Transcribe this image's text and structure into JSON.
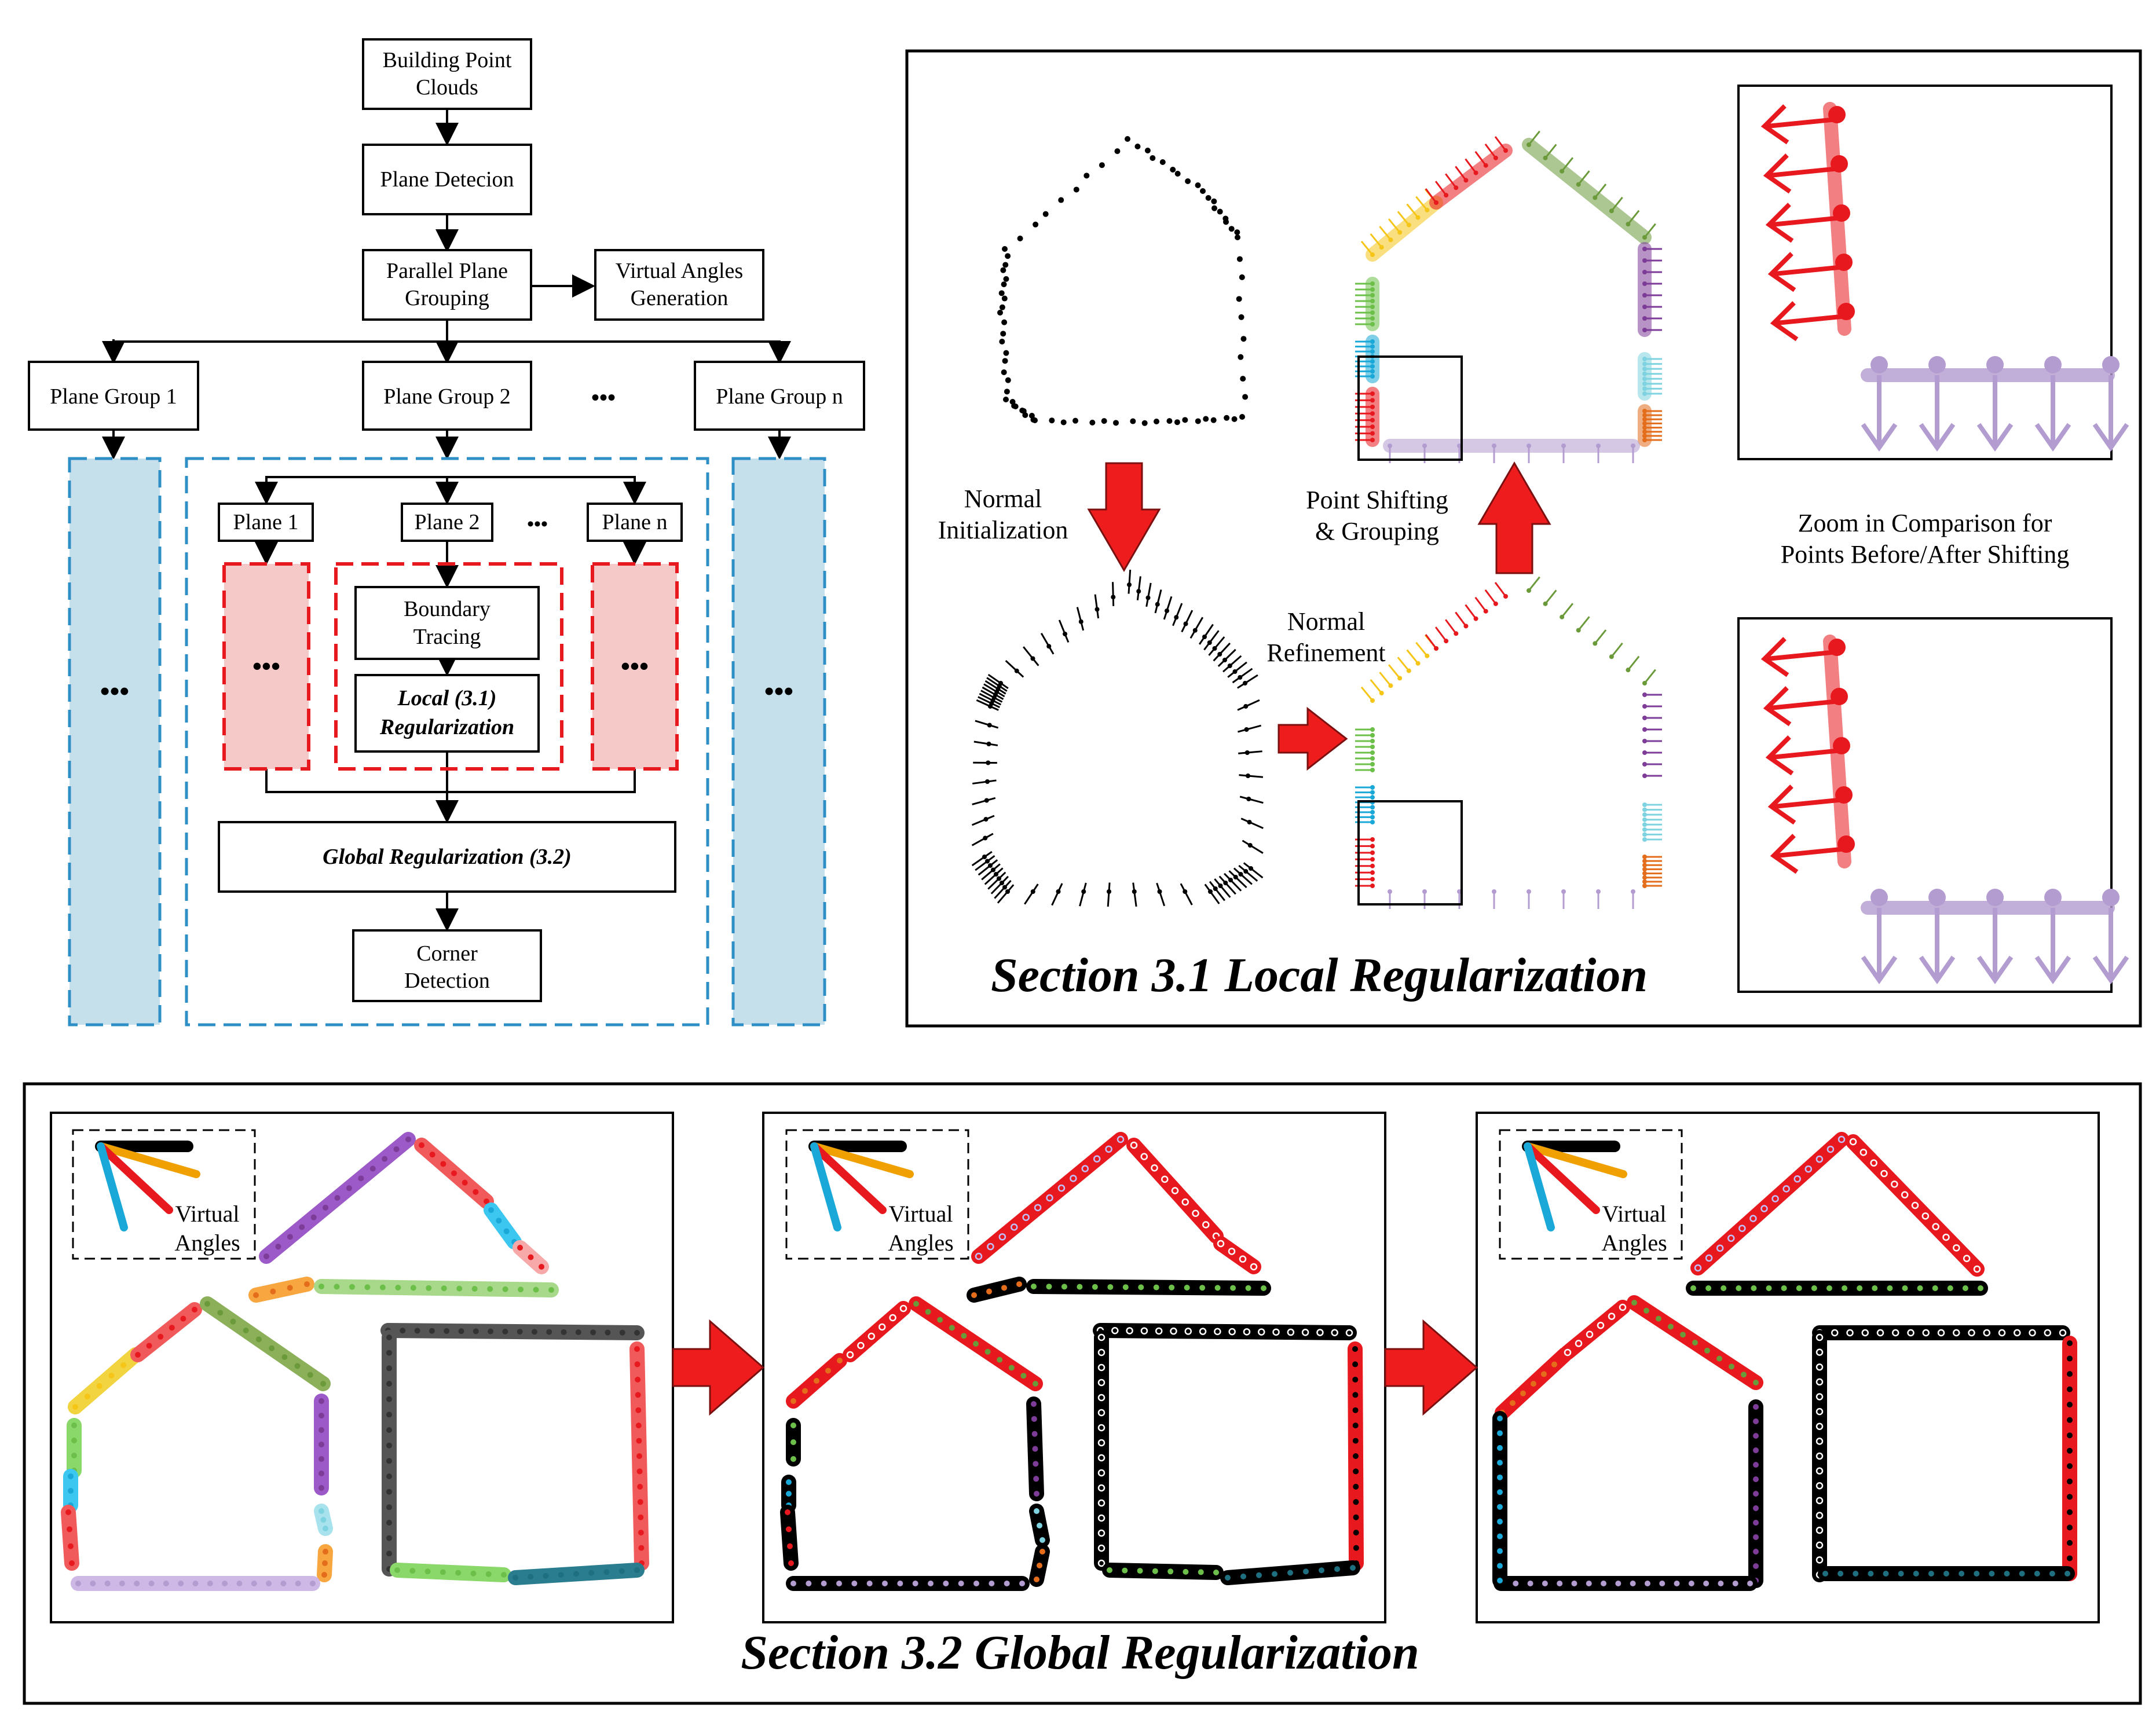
{
  "flowchart": {
    "building_point_clouds": [
      "Building Point",
      "Clouds"
    ],
    "plane_detection": "Plane Detecion",
    "parallel_plane_grouping": [
      "Parallel Plane",
      "Grouping"
    ],
    "virtual_angles_generation": [
      "Virtual Angles",
      "Generation"
    ],
    "plane_group_1": "Plane Group 1",
    "plane_group_2": "Plane Group 2",
    "plane_group_n": "Plane Group n",
    "ellipsis": "•••",
    "plane_1": "Plane 1",
    "plane_2": "Plane 2",
    "plane_n": "Plane n",
    "inner_ellipsis": "•••",
    "boundary_tracing": [
      "Boundary",
      "Tracing"
    ],
    "local_regularization": [
      "Local (3.1)",
      "Regularization"
    ],
    "global_regularization": "Global Regularization (3.2)",
    "corner_detection": [
      "Corner",
      "Detection"
    ],
    "side_ellipsis": "•••"
  },
  "local_panel": {
    "normal_initialization": [
      "Normal",
      "Initialization"
    ],
    "normal_refinement": [
      "Normal",
      "Refinement"
    ],
    "point_shifting": [
      "Point Shifting",
      "& Grouping"
    ],
    "zoom_caption": [
      "Zoom in Comparison for",
      "Points Before/After Shifting"
    ],
    "title": "Section 3.1 Local Regularization"
  },
  "global_panel": {
    "virtual_angles": [
      "Virtual",
      "Angles"
    ],
    "title": "Section 3.2 Global Regularization"
  },
  "colors": {
    "red": "#e8191e",
    "orange": "#e36d1b",
    "yellow": "#f5c518",
    "green": "#6cc04a",
    "cyan": "#19a8d8",
    "purple": "#7d3c98",
    "lilac": "#b39cd0",
    "olive": "#6a9a3a",
    "lightcyan": "#7fd3e0",
    "teal": "#1e6f80",
    "gray": "#555555",
    "pinkfill": "#f6c9c9",
    "bluefill": "#c5dfeb",
    "dashblue": "#2e8fc7",
    "dashred": "#e8191e"
  }
}
